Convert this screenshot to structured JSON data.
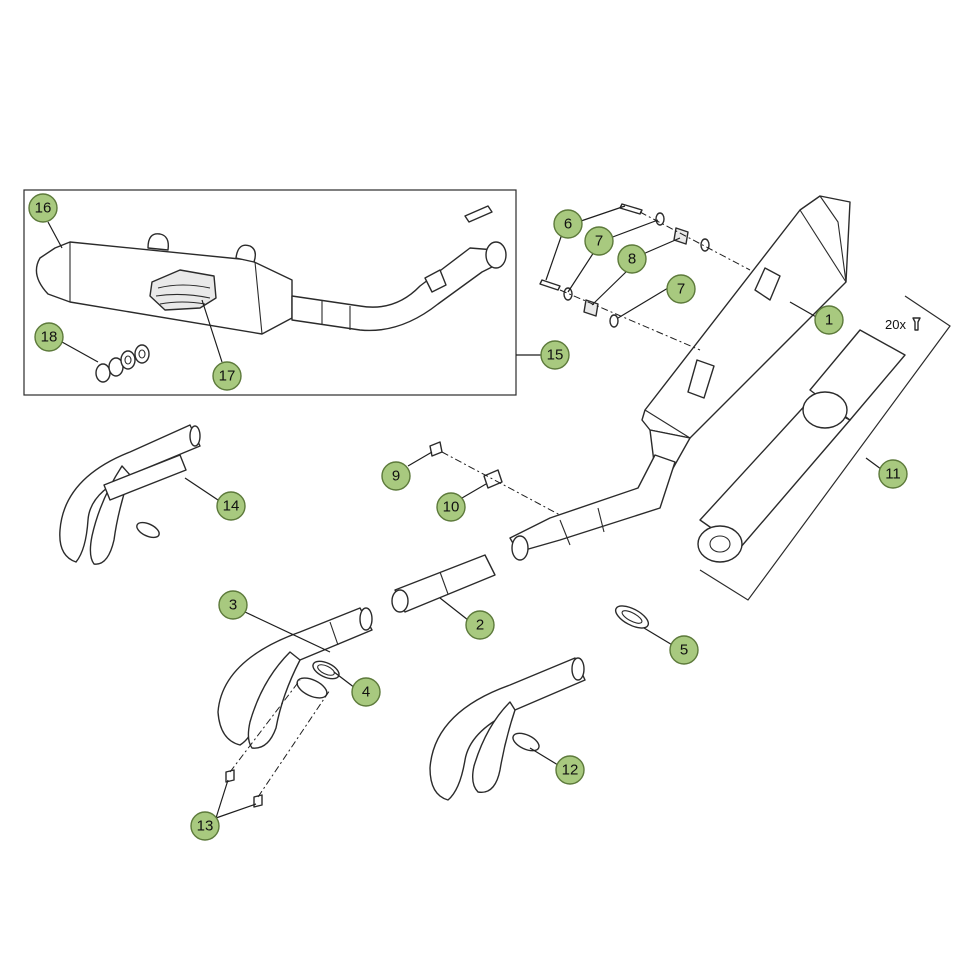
{
  "callouts": [
    {
      "id": "1",
      "label": "1"
    },
    {
      "id": "2",
      "label": "2"
    },
    {
      "id": "3",
      "label": "3"
    },
    {
      "id": "4",
      "label": "4"
    },
    {
      "id": "5",
      "label": "5"
    },
    {
      "id": "6",
      "label": "6"
    },
    {
      "id": "7a",
      "label": "7"
    },
    {
      "id": "7b",
      "label": "7"
    },
    {
      "id": "8",
      "label": "8"
    },
    {
      "id": "9",
      "label": "9"
    },
    {
      "id": "10",
      "label": "10"
    },
    {
      "id": "11",
      "label": "11"
    },
    {
      "id": "12",
      "label": "12"
    },
    {
      "id": "13",
      "label": "13"
    },
    {
      "id": "14",
      "label": "14"
    },
    {
      "id": "15",
      "label": "15"
    },
    {
      "id": "16",
      "label": "16"
    },
    {
      "id": "17",
      "label": "17"
    },
    {
      "id": "18",
      "label": "18"
    }
  ],
  "notes": {
    "rivet_count": "20x"
  },
  "colors": {
    "callout_fill": "#a8c97f",
    "callout_stroke": "#5d7a3b",
    "line": "#2b2b2b"
  }
}
